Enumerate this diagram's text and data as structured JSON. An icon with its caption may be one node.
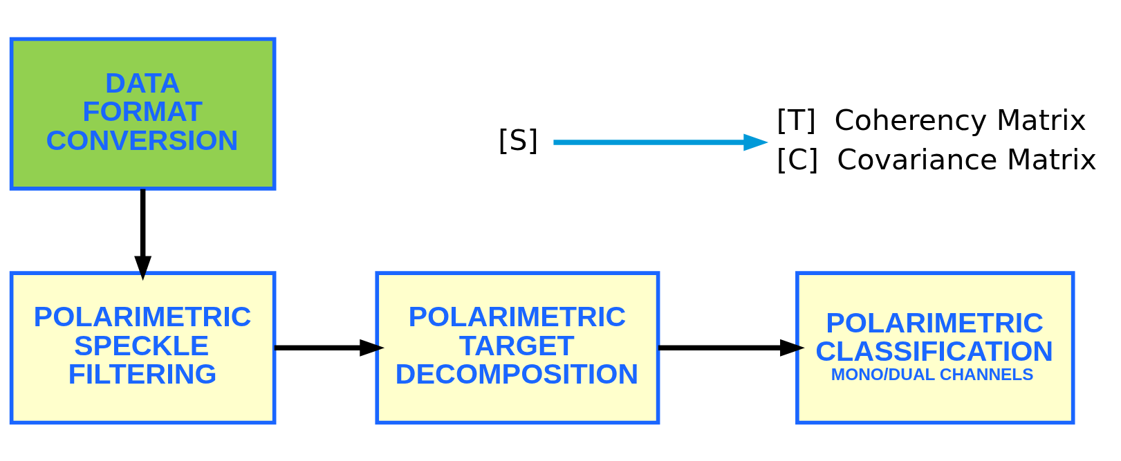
{
  "diagram": {
    "nodes": [
      {
        "text": [
          "DATA FORMAT CONVERSION"
        ]
      },
      {
        "text": [
          "POLARIMETRIC SPECKLE FILTERING"
        ]
      },
      {
        "text": [
          "POLARIMETRIC TARGET DECOMPOSITION"
        ]
      },
      {
        "text": [
          "POLARIMETRIC CLASSIFICATION",
          "MONO/DUAL CHANNELS"
        ]
      },
      {
        "text": [
          "[S]"
        ]
      },
      {
        "text": [
          "[T]  Coherency Matrix",
          "[C]  Covariance Matrix"
        ]
      }
    ],
    "edges": [
      {
        "from": 0,
        "to": 1,
        "arrow": "to"
      },
      {
        "from": 1,
        "to": 2,
        "arrow": "to"
      },
      {
        "from": 2,
        "to": 3,
        "arrow": "to"
      },
      {
        "from": 4,
        "to": 5,
        "arrow": "to",
        "color": "#0099d8"
      }
    ]
  }
}
